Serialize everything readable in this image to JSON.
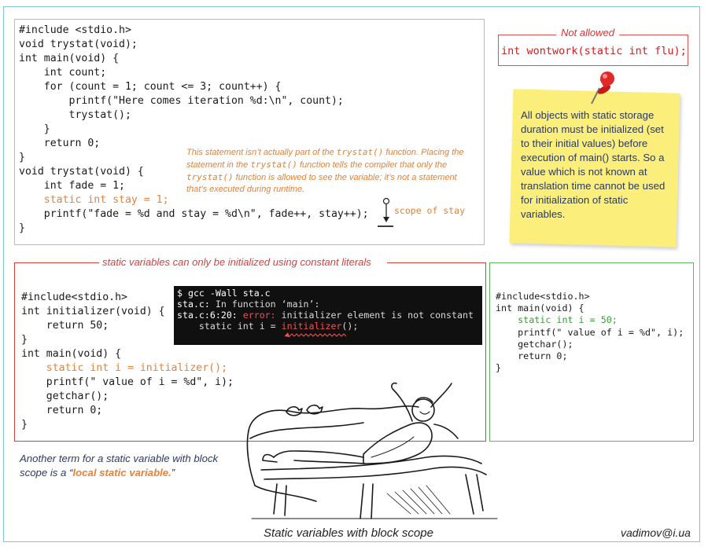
{
  "example1": {
    "lines": [
      "#include <stdio.h>",
      "void trystat(void);",
      "int main(void) {",
      "    int count;",
      "    for (count = 1; count <= 3; count++) {",
      "        printf(\"Here comes iteration %d:\\n\", count);",
      "        trystat();",
      "    }",
      "    return 0;",
      "}",
      "void trystat(void) {",
      "    int fade = 1;",
      "    static int stay = 1;",
      "    printf(\"fade = %d and stay = %d\\n\", fade++, stay++);",
      "}"
    ],
    "note": {
      "p1": "This statement isn’t actually part of the ",
      "c1": "trystat()",
      "p2": " function. Placing the statement in the ",
      "c2": "trystat()",
      "p3": " function tells the compiler that only the ",
      "c3": "trystat()",
      "p4": " function is allowed to see the variable; it’s not a statement that’s executed during runtime."
    },
    "scope_label": "scope of stay"
  },
  "not_allowed": {
    "title": "Not allowed",
    "code": "int wontwork(static int flu);"
  },
  "sticky_note": "All objects with static storage duration must be initialized (set to their initial values) before execution of main() starts. So a value which is not known at translation time cannot be used for initialization of static variables.",
  "constant_section": {
    "title": "static variables can only be initialized using constant literals",
    "code_lines": [
      "#include<stdio.h>",
      "int initializer(void) {",
      "    return 50;",
      "}",
      "int main(void) {",
      "    static int i = initializer();",
      "    printf(\" value of i = %d\", i);",
      "    getchar();",
      "    return 0;",
      "}"
    ],
    "terminal": {
      "cmd": "$ gcc -Wall sta.c",
      "l2a": "sta.c:",
      "l2b": " In function ‘main’:",
      "l3a": "sta.c:6:20:",
      "l3b": " error:",
      "l3c": " initializer element is not constant",
      "l4a": "    static int i = ",
      "l4b": "initializer",
      "l4c": "();"
    }
  },
  "valid_example": {
    "code_lines": [
      "#include<stdio.h>",
      "int main(void) {",
      "    static int i = 50;",
      "    printf(\" value of i = %d\", i);",
      "    getchar();",
      "    return 0;",
      "}"
    ]
  },
  "bottom_note": {
    "text": "Another term for a static variable with block scope is a “",
    "highlight": "local static variable.",
    "end": "”"
  },
  "footer": {
    "title": "Static variables with block scope",
    "credit": "vadimov@i.ua"
  },
  "colors": {
    "accent_orange": "#e6823a",
    "error_red": "#d84040",
    "valid_green": "#5bb85b",
    "sticky_yellow": "#fbee7a"
  }
}
